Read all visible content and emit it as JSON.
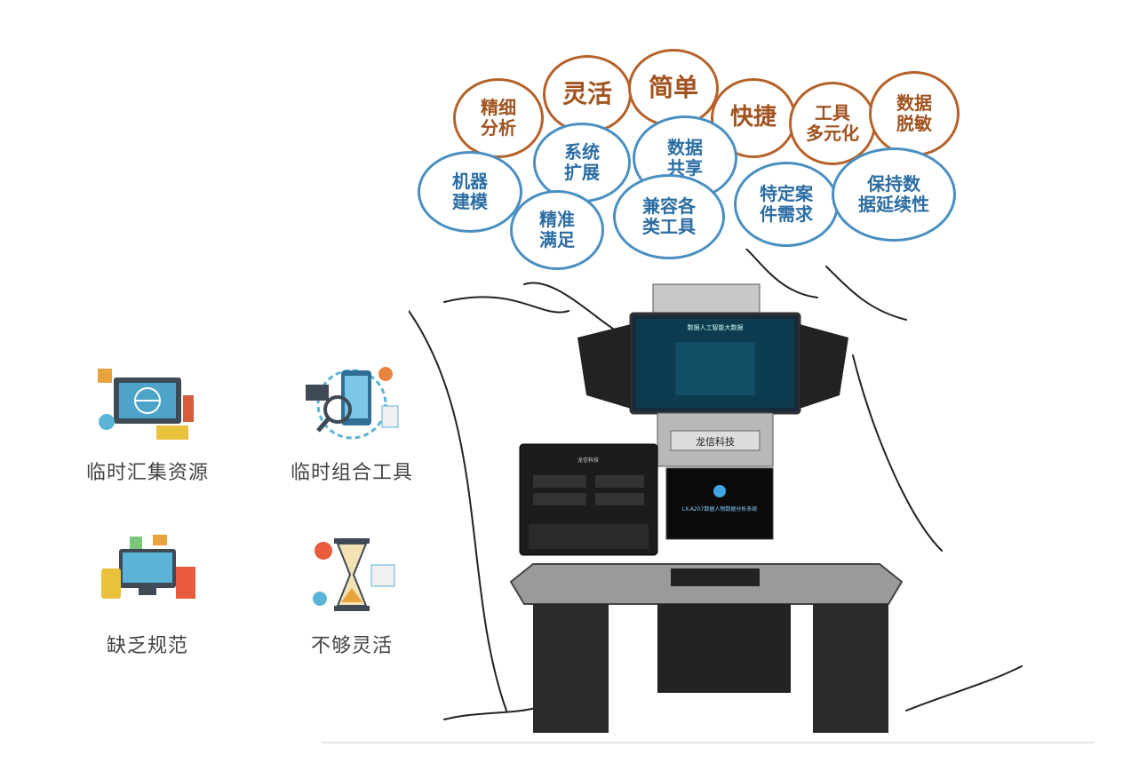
{
  "bubbles": [
    {
      "id": "jingxi",
      "text": "精细\n分析",
      "color": "orange"
    },
    {
      "id": "linghuo",
      "text": "灵活",
      "color": "orange"
    },
    {
      "id": "jiandan",
      "text": "简单",
      "color": "orange"
    },
    {
      "id": "kuaijie",
      "text": "快捷",
      "color": "orange"
    },
    {
      "id": "gongju",
      "text": "工具\n多元化",
      "color": "orange"
    },
    {
      "id": "tuomin",
      "text": "数据\n脱敏",
      "color": "orange"
    },
    {
      "id": "kuozhan",
      "text": "系统\n扩展",
      "color": "blue"
    },
    {
      "id": "gongxiang",
      "text": "数据\n共享",
      "color": "blue"
    },
    {
      "id": "jianmo",
      "text": "机器\n建模",
      "color": "blue"
    },
    {
      "id": "manzu",
      "text": "精准\n满足",
      "color": "blue"
    },
    {
      "id": "jianrong",
      "text": "兼容各\n类工具",
      "color": "blue"
    },
    {
      "id": "xuqiu",
      "text": "特定案\n件需求",
      "color": "blue"
    },
    {
      "id": "yanxu",
      "text": "保持数\n据延续性",
      "color": "blue"
    }
  ],
  "features": [
    {
      "label": "临时汇集资源",
      "icon": "globe-monitor-icon"
    },
    {
      "label": "临时组合工具",
      "icon": "phone-magnifier-icon"
    },
    {
      "label": "缺乏规范",
      "icon": "devices-icon"
    },
    {
      "label": "不够灵活",
      "icon": "hourglass-icon"
    }
  ],
  "machine": {
    "brand": "龙信科技",
    "screen_title": "数据人工智能大数据",
    "monitor_text": "LX-A207数据人物数据分析系统",
    "case_label": "龙信科技"
  },
  "colors": {
    "orange": "#b5622a",
    "blue": "#4a8fc2",
    "label": "#444444"
  }
}
